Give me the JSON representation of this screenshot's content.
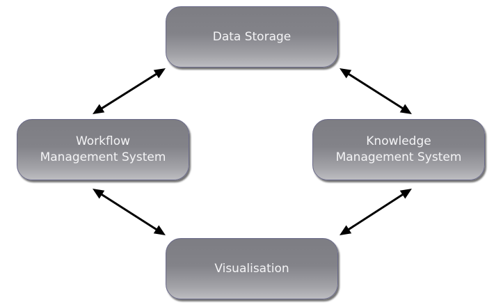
{
  "diagram": {
    "nodes": [
      {
        "id": "data-storage",
        "lines": [
          "Data Storage"
        ]
      },
      {
        "id": "workflow-management-system",
        "lines": [
          "Workflow",
          "Management System"
        ]
      },
      {
        "id": "knowledge-management-system",
        "lines": [
          "Knowledge",
          "Management System"
        ]
      },
      {
        "id": "visualisation",
        "lines": [
          "Visualisation"
        ]
      }
    ],
    "edges": [
      {
        "from": "data-storage",
        "to": "workflow-management-system",
        "direction": "bidirectional"
      },
      {
        "from": "data-storage",
        "to": "knowledge-management-system",
        "direction": "bidirectional"
      },
      {
        "from": "workflow-management-system",
        "to": "visualisation",
        "direction": "bidirectional"
      },
      {
        "from": "knowledge-management-system",
        "to": "visualisation",
        "direction": "bidirectional"
      }
    ],
    "colors": {
      "node_fill_top": "#7d7d83",
      "node_fill_bottom": "#bdbdc1",
      "node_border": "#6a6a8a",
      "node_text": "#f4f4f6",
      "arrow": "#000000"
    }
  }
}
